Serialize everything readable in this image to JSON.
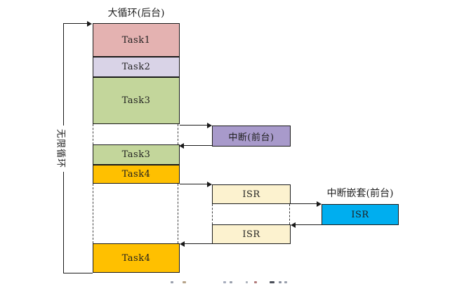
{
  "labels": {
    "title": "大循环(后台)",
    "infinite_loop": "无限循环",
    "task1": "Task1",
    "task2": "Task2",
    "task3_a": "Task3",
    "task3_b": "Task3",
    "task4_a": "Task4",
    "task4_b": "Task4",
    "interrupt": "中断(前台)",
    "nested_interrupt": "中断嵌套(前台)",
    "isr_1": "ISR",
    "isr_2": "ISR",
    "isr_nested": "ISR"
  },
  "colors": {
    "task1": "#E4B2B1",
    "task2": "#D9D3E7",
    "task3": "#C3D69B",
    "task4": "#FFC000",
    "interrupt": "#A89ACB",
    "isr": "#FCF2CF",
    "isr_nested": "#00AEEF",
    "line": "#1A1A1A"
  }
}
